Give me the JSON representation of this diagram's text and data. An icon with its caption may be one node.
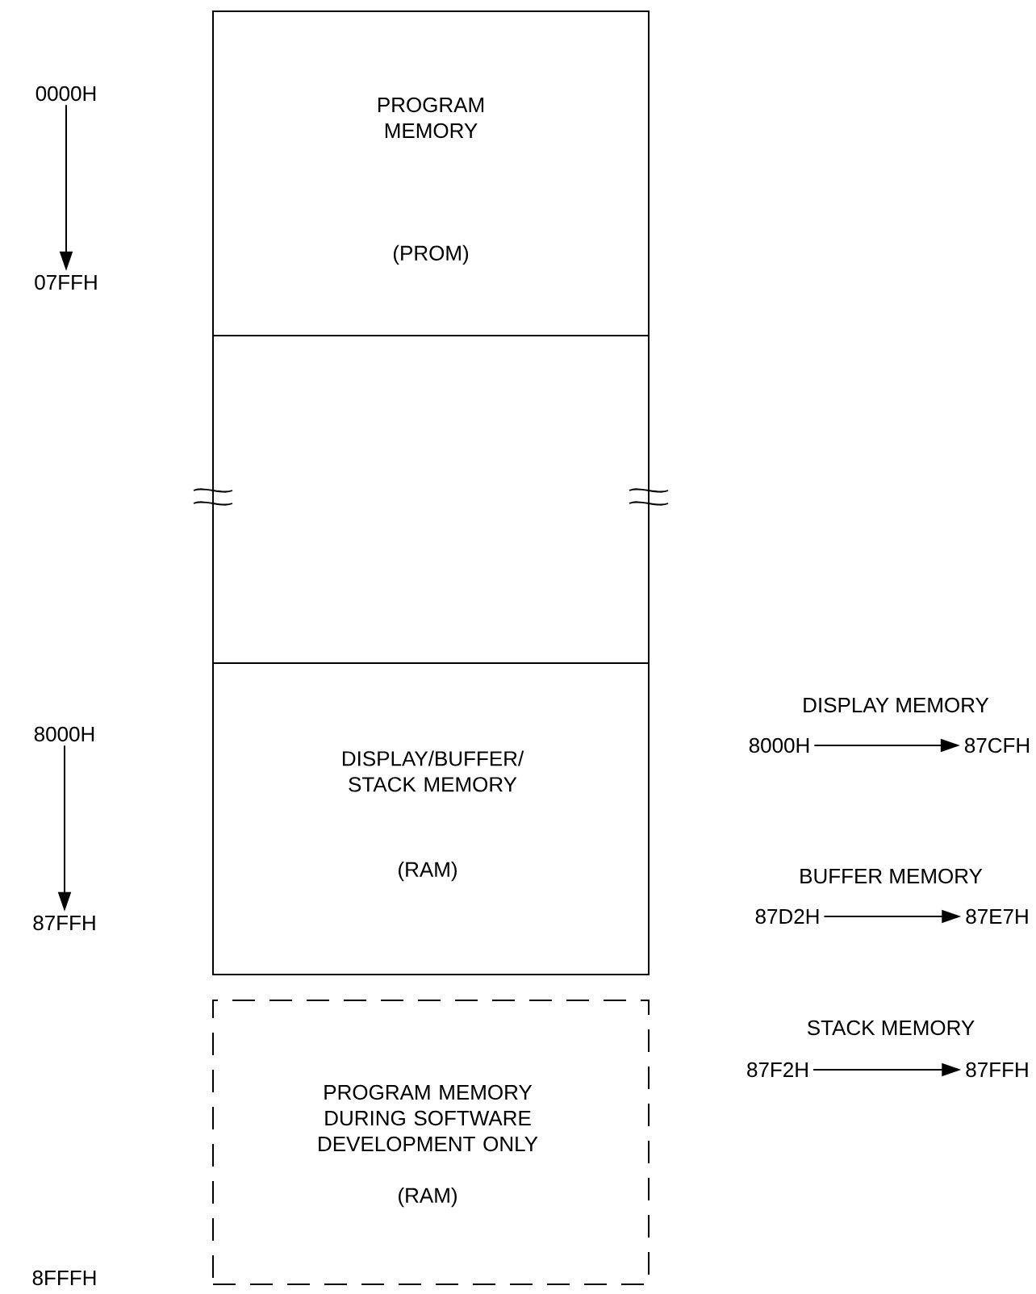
{
  "diagram": {
    "nodes": [
      {
        "text": [
          "PROGRAM MEMORY",
          "(PROM)"
        ]
      },
      {
        "text": [],
        "shape": "box"
      },
      {
        "text": [
          "DISPLAY/BUFFER/ STACK MEMORY",
          "(RAM)"
        ]
      },
      {
        "text": [
          "PROGRAM MEMORY DURING SOFTWARE DEVELOPMENT ONLY",
          "(RAM)"
        ]
      },
      {
        "text": [
          "0000H"
        ]
      },
      {
        "text": [
          "07FFH"
        ]
      },
      {
        "text": [
          "8000H"
        ]
      },
      {
        "text": [
          "87FFH"
        ]
      },
      {
        "text": [
          "8000H"
        ]
      },
      {
        "text": [
          "87CFH"
        ]
      },
      {
        "text": [
          "87D2H"
        ]
      },
      {
        "text": [
          "87E7H"
        ]
      },
      {
        "text": [
          "87F2H"
        ]
      },
      {
        "text": [
          "87FFH"
        ]
      }
    ],
    "edges": [
      {
        "from": 4,
        "to": 5,
        "arrow": "to"
      },
      {
        "from": 6,
        "to": 7,
        "arrow": "to"
      },
      {
        "from": 8,
        "to": 9,
        "arrow": "to"
      },
      {
        "from": 10,
        "to": 11,
        "arrow": "to"
      },
      {
        "from": 12,
        "to": 13,
        "arrow": "to"
      }
    ],
    "labels": [
      "DISPLAY MEMORY",
      "BUFFER MEMORY",
      "STACK MEMORY",
      "8FFFH"
    ]
  }
}
